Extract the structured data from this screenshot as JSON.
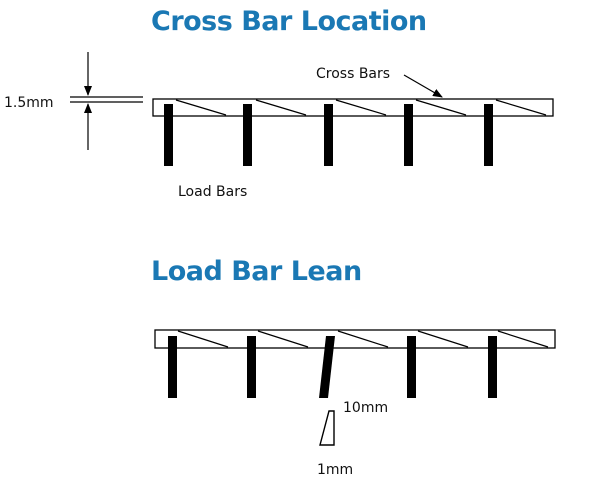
{
  "title_top": "Cross Bar Location",
  "title_bottom": "Load Bar Lean",
  "labels": {
    "cross_bars": "Cross Bars",
    "load_bars": "Load Bars",
    "gap": "1.5mm",
    "lean_height": "10mm",
    "lean_offset": "1mm"
  },
  "colors": {
    "title": "#1a78b4",
    "lines": "#000000"
  }
}
